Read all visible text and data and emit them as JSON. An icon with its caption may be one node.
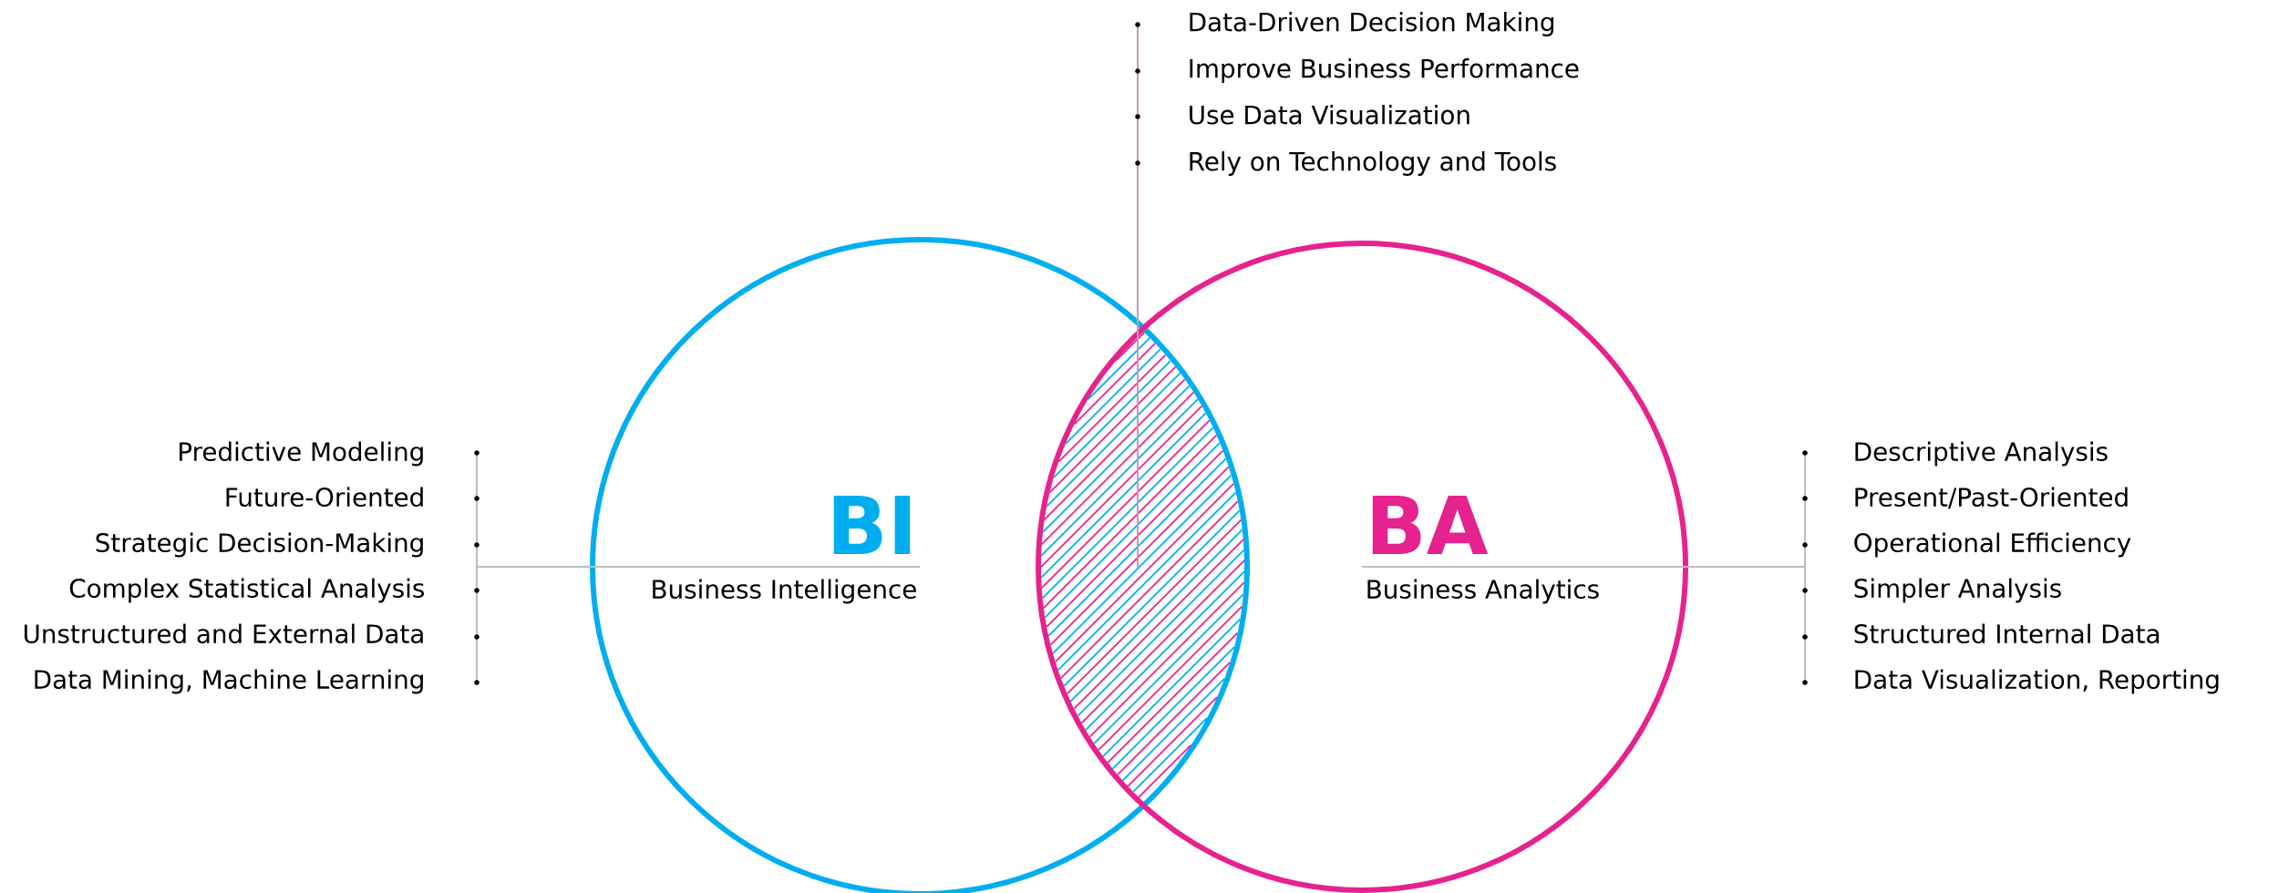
{
  "diagram": {
    "nodes": [
      {
        "text": [
          "BI",
          "Business Intelligence"
        ]
      },
      {
        "text": [
          "BA",
          "Business Analytics"
        ]
      },
      {
        "text": [],
        "shape": "lens"
      },
      {
        "text": [
          "Predictive Modeling",
          "Future-Oriented",
          "Strategic Decision-Making",
          "Complex Statistical Analysis",
          "Unstructured and External Data",
          "Data Mining, Machine Learning"
        ]
      },
      {
        "text": [
          "Data-Driven Decision Making",
          "Improve Business Performance",
          "Use Data Visualization",
          "Rely on Technology and Tools"
        ]
      },
      {
        "text": [
          "Descriptive Analysis",
          "Present/Past-Oriented",
          "Operational Efficiency",
          "Simpler Analysis",
          "Structured Internal Data",
          "Data Visualization, Reporting"
        ]
      }
    ],
    "edges": [
      {
        "from": 3,
        "to": 0,
        "arrow": "none"
      },
      {
        "from": 4,
        "to": 2,
        "arrow": "none",
        "color": "#c49ab8"
      },
      {
        "from": 5,
        "to": 1,
        "arrow": "none"
      }
    ]
  }
}
